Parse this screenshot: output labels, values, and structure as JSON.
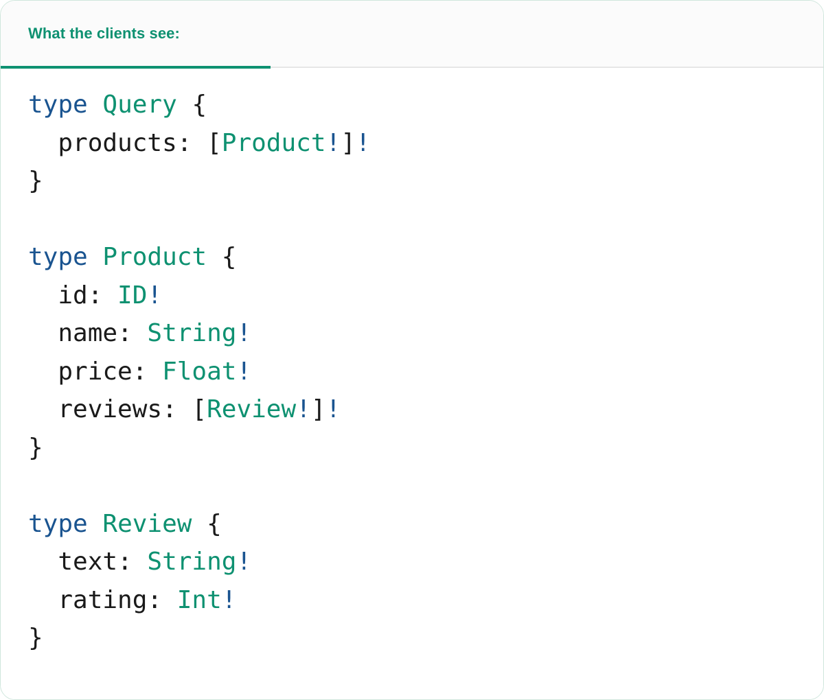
{
  "card": {
    "border_color": "#cfe6dc",
    "background": "#ffffff"
  },
  "header": {
    "background": "#fbfbfb",
    "active_tab_label": "What the clients see:",
    "active_tab_color": "#0e9171",
    "active_underline_color": "#0e9171",
    "inactive_rule_color": "#e6e6e6"
  },
  "syntax_colors": {
    "keyword": "#1a5490",
    "type_name": "#0e9171",
    "field_name": "#1a1a1a",
    "punctuation": "#1a1a1a",
    "non_null_bang": "#1a5490"
  },
  "code": {
    "language": "graphql",
    "text": "type Query {\n  products: [Product!]!\n}\n\ntype Product {\n  id: ID!\n  name: String!\n  price: Float!\n  reviews: [Review!]!\n}\n\ntype Review {\n  text: String!\n  rating: Int!\n}",
    "lines": [
      {
        "id": "l1",
        "tokens": [
          {
            "t": "type",
            "c": "kw"
          },
          {
            "t": " ",
            "c": "punc"
          },
          {
            "t": "Query",
            "c": "tn"
          },
          {
            "t": " {",
            "c": "punc"
          }
        ]
      },
      {
        "id": "l2",
        "tokens": [
          {
            "t": "  products: ",
            "c": "pn"
          },
          {
            "t": "[",
            "c": "punc"
          },
          {
            "t": "Product",
            "c": "tn"
          },
          {
            "t": "!",
            "c": "bang"
          },
          {
            "t": "]",
            "c": "punc"
          },
          {
            "t": "!",
            "c": "bang"
          }
        ]
      },
      {
        "id": "l3",
        "tokens": [
          {
            "t": "}",
            "c": "punc"
          }
        ]
      },
      {
        "id": "l4",
        "tokens": [
          {
            "t": "",
            "c": "punc"
          }
        ]
      },
      {
        "id": "l5",
        "tokens": [
          {
            "t": "type",
            "c": "kw"
          },
          {
            "t": " ",
            "c": "punc"
          },
          {
            "t": "Product",
            "c": "tn"
          },
          {
            "t": " {",
            "c": "punc"
          }
        ]
      },
      {
        "id": "l6",
        "tokens": [
          {
            "t": "  id: ",
            "c": "pn"
          },
          {
            "t": "ID",
            "c": "tn"
          },
          {
            "t": "!",
            "c": "bang"
          }
        ]
      },
      {
        "id": "l7",
        "tokens": [
          {
            "t": "  name: ",
            "c": "pn"
          },
          {
            "t": "String",
            "c": "tn"
          },
          {
            "t": "!",
            "c": "bang"
          }
        ]
      },
      {
        "id": "l8",
        "tokens": [
          {
            "t": "  price: ",
            "c": "pn"
          },
          {
            "t": "Float",
            "c": "tn"
          },
          {
            "t": "!",
            "c": "bang"
          }
        ]
      },
      {
        "id": "l9",
        "tokens": [
          {
            "t": "  reviews: ",
            "c": "pn"
          },
          {
            "t": "[",
            "c": "punc"
          },
          {
            "t": "Review",
            "c": "tn"
          },
          {
            "t": "!",
            "c": "bang"
          },
          {
            "t": "]",
            "c": "punc"
          },
          {
            "t": "!",
            "c": "bang"
          }
        ]
      },
      {
        "id": "l10",
        "tokens": [
          {
            "t": "}",
            "c": "punc"
          }
        ]
      },
      {
        "id": "l11",
        "tokens": [
          {
            "t": "",
            "c": "punc"
          }
        ]
      },
      {
        "id": "l12",
        "tokens": [
          {
            "t": "type",
            "c": "kw"
          },
          {
            "t": " ",
            "c": "punc"
          },
          {
            "t": "Review",
            "c": "tn"
          },
          {
            "t": " {",
            "c": "punc"
          }
        ]
      },
      {
        "id": "l13",
        "tokens": [
          {
            "t": "  text: ",
            "c": "pn"
          },
          {
            "t": "String",
            "c": "tn"
          },
          {
            "t": "!",
            "c": "bang"
          }
        ]
      },
      {
        "id": "l14",
        "tokens": [
          {
            "t": "  rating: ",
            "c": "pn"
          },
          {
            "t": "Int",
            "c": "tn"
          },
          {
            "t": "!",
            "c": "bang"
          }
        ]
      },
      {
        "id": "l15",
        "tokens": [
          {
            "t": "}",
            "c": "punc"
          }
        ]
      }
    ]
  }
}
